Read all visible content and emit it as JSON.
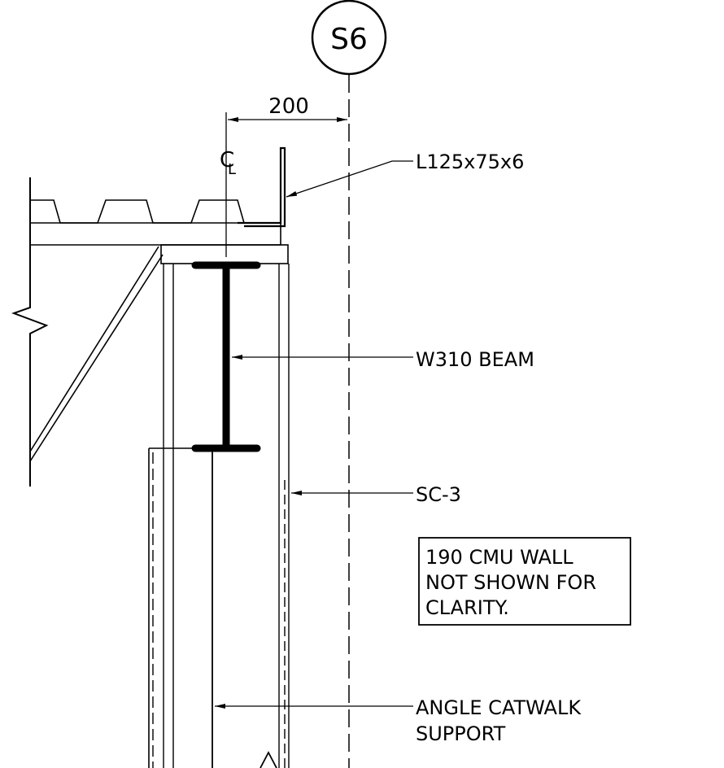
{
  "grid_bubble": {
    "label": "S6"
  },
  "dimension": {
    "value": "200"
  },
  "centerline": {
    "symbol": "C",
    "subscript": "L"
  },
  "callouts": {
    "angle": "L125x75x6",
    "beam": "W310 BEAM",
    "column": "SC-3",
    "catwalk_support": [
      "ANGLE CATWALK",
      "SUPPORT"
    ]
  },
  "note": {
    "lines": [
      "190 CMU WALL",
      "NOT SHOWN FOR",
      "CLARITY."
    ]
  }
}
